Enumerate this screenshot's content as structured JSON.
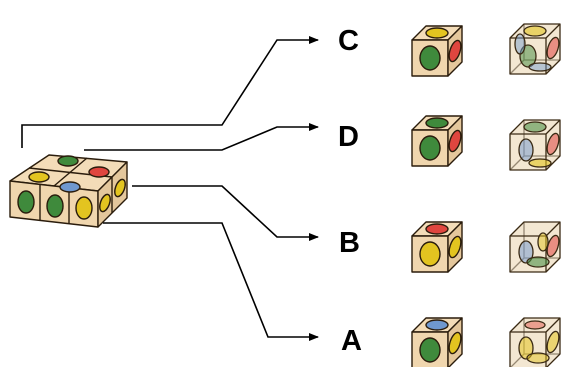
{
  "labels": {
    "c": "C",
    "d": "D",
    "b": "B",
    "a": "A"
  },
  "colors": {
    "cube_face": "#f3dcb8",
    "cube_face_shade": "#e4c79c",
    "cube_edge": "#2a1c0c",
    "transparent_face": "#e9d3ad",
    "green": "#3f8a3c",
    "red": "#e0463f",
    "yellow": "#e3c420",
    "blue": "#6f98cf",
    "line": "#000000"
  },
  "cube_options": [
    {
      "label": "C",
      "top": "yellow",
      "front": "green",
      "right": "red"
    },
    {
      "label": "D",
      "top": "green",
      "front": "green",
      "right": "red"
    },
    {
      "label": "B",
      "top": "red",
      "front": "yellow",
      "right": "yellow"
    },
    {
      "label": "A",
      "top": "blue",
      "front": "green",
      "right": "yellow"
    }
  ]
}
